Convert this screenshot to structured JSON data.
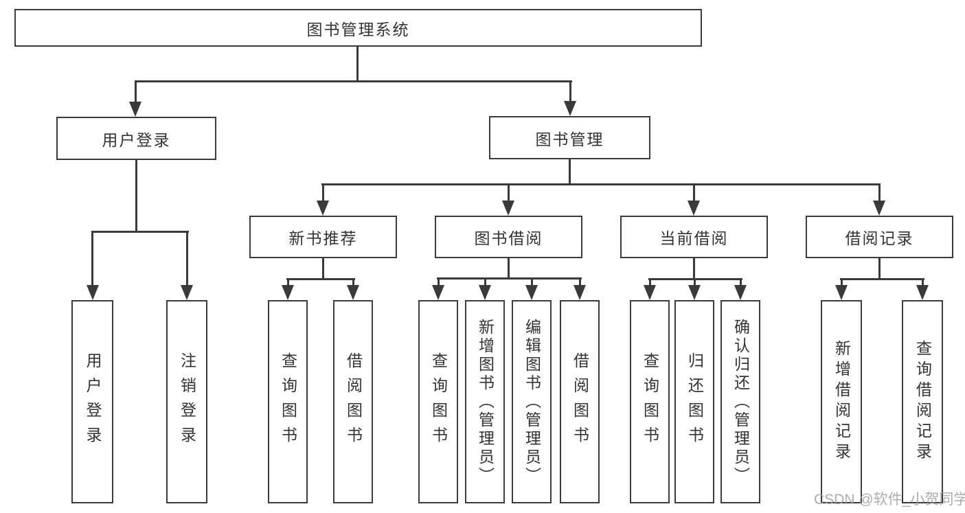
{
  "diagram": {
    "title": "图书管理系统",
    "level2": {
      "user_login": "用户登录",
      "book_mgmt": "图书管理"
    },
    "level3": {
      "new_books": "新书推荐",
      "borrowing": "图书借阅",
      "current": "当前借阅",
      "records": "借阅记录"
    },
    "leaves": {
      "user_login": [
        "用户登录",
        "注销登录"
      ],
      "new_books": [
        "查询图书",
        "借阅图书"
      ],
      "borrowing": [
        "查询图书",
        "新增图书（管理员）",
        "编辑图书（管理员）",
        "借阅图书"
      ],
      "current": [
        "查询图书",
        "归还图书",
        "确认归还（管理员）"
      ],
      "records": [
        "新增借阅记录",
        "查询借阅记录"
      ]
    },
    "colors": {
      "line": "#3a3a3a",
      "text": "#333333",
      "background": "#ffffff",
      "watermark": "#9e9e9e"
    },
    "watermark": "CSDN @软件_小贺同学"
  }
}
